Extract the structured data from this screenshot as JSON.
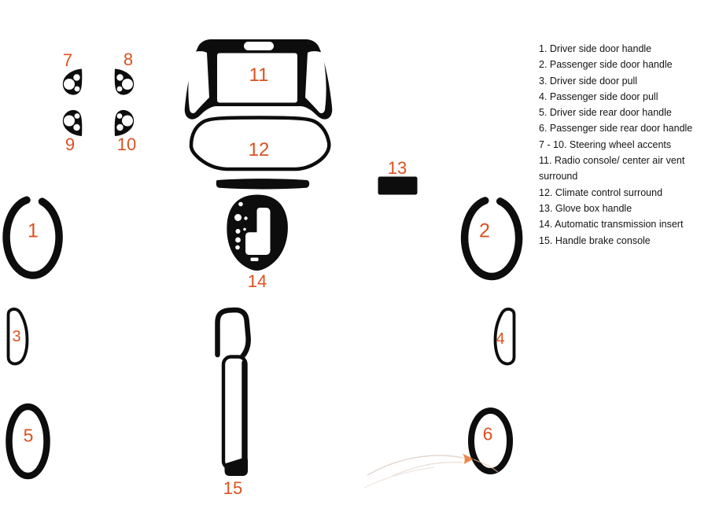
{
  "colors": {
    "number": "#da5220",
    "shape": "#0d0d0d",
    "legend_text": "#141414",
    "background": "#ffffff",
    "arrow": "#e8732f"
  },
  "legend": {
    "items": [
      "1. Driver side door handle",
      "2. Passenger side door handle",
      "3. Driver side door pull",
      "4. Passenger side door pull",
      "5. Driver side rear door handle",
      "6. Passenger side rear door handle",
      "7 - 10. Steering wheel accents",
      "11. Radio console/ center air vent surround",
      "12. Climate control surround",
      "13. Glove box handle",
      "14. Automatic transmission insert",
      "15. Handle brake console"
    ]
  },
  "parts": [
    {
      "number": "1",
      "name": "Driver side door handle"
    },
    {
      "number": "2",
      "name": "Passenger side door handle"
    },
    {
      "number": "3",
      "name": "Driver side door pull"
    },
    {
      "number": "4",
      "name": "Passenger side door pull"
    },
    {
      "number": "5",
      "name": "Driver side rear door handle"
    },
    {
      "number": "6",
      "name": "Passenger side rear door handle"
    },
    {
      "number": "7",
      "name": "Steering wheel accent"
    },
    {
      "number": "8",
      "name": "Steering wheel accent"
    },
    {
      "number": "9",
      "name": "Steering wheel accent"
    },
    {
      "number": "10",
      "name": "Steering wheel accent"
    },
    {
      "number": "11",
      "name": "Radio console/ center air vent surround"
    },
    {
      "number": "12",
      "name": "Climate control surround"
    },
    {
      "number": "13",
      "name": "Glove box handle"
    },
    {
      "number": "14",
      "name": "Automatic transmission insert"
    },
    {
      "number": "15",
      "name": "Handle brake console"
    }
  ]
}
